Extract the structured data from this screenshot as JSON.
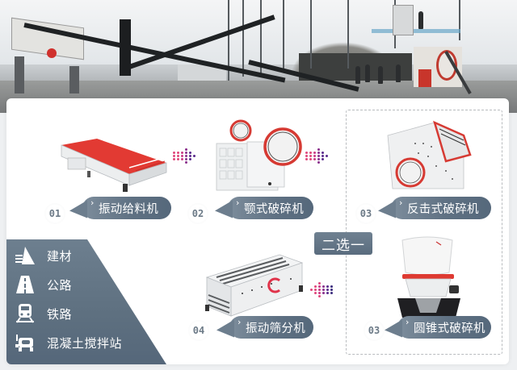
{
  "hero_photo": {
    "description": "crushing-and-screening-plant-site-photo"
  },
  "colors": {
    "label_bg": "#5f7183",
    "panel_bg": "#5e7080",
    "machine_red": "#d0312d",
    "arrow_pink": "#e0457b",
    "arrow_purple": "#5a2a8c",
    "dashed_border": "#b9bcbf"
  },
  "process_steps": [
    {
      "number": "01",
      "label": "振动给料机",
      "machine": "vibrating-feeder"
    },
    {
      "number": "02",
      "label": "颚式破碎机",
      "machine": "jaw-crusher"
    },
    {
      "number": "03",
      "label": "反击式破碎机",
      "machine": "impact-crusher"
    },
    {
      "number": "03",
      "label": "圆锥式破碎机",
      "machine": "cone-crusher"
    },
    {
      "number": "04",
      "label": "振动筛分机",
      "machine": "vibrating-screen"
    }
  ],
  "choice_badge": {
    "label": "二选一"
  },
  "applications": [
    {
      "icon": "building-materials-icon",
      "label": "建材"
    },
    {
      "icon": "highway-icon",
      "label": "公路"
    },
    {
      "icon": "train-icon",
      "label": "铁路"
    },
    {
      "icon": "concrete-mixer-icon",
      "label": "混凝土搅拌站"
    }
  ]
}
